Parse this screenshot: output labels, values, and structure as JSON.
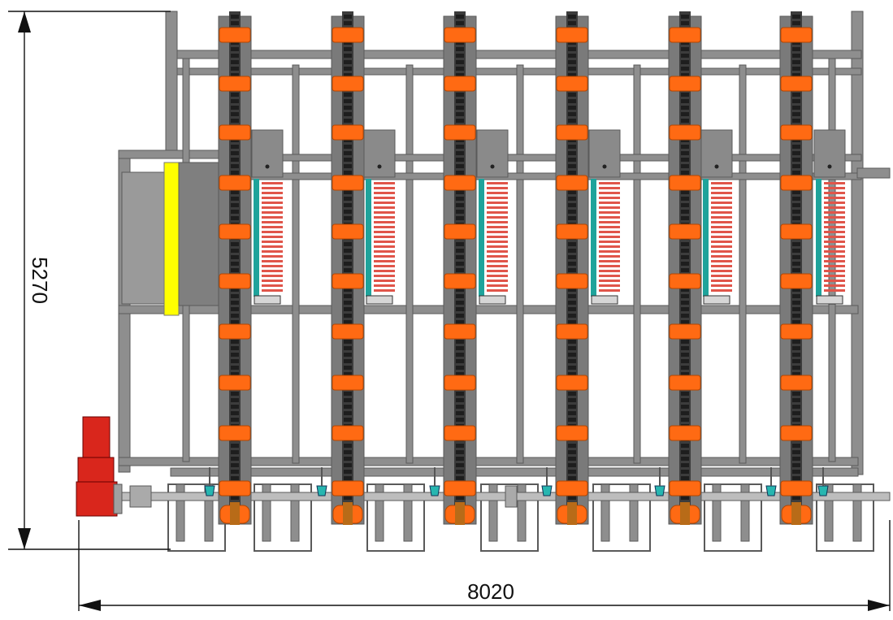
{
  "drawing": {
    "width_dimension": "8020",
    "height_dimension": "5270",
    "chain_columns": 6,
    "rack_modules": 6,
    "colors": {
      "frame": "#8e8e8e",
      "frame_dark": "#5a5a5a",
      "carriage": "#ff6a13",
      "carriage_dark": "#b44500",
      "chain": "#3c3c3c",
      "rack_tooth": "#e0554a",
      "rack_blade": "#1fa39b",
      "motor": "#d9261c",
      "guard_yellow": "#ffff00",
      "nozzle": "#27b6b0",
      "dimension_line": "#111111"
    }
  }
}
